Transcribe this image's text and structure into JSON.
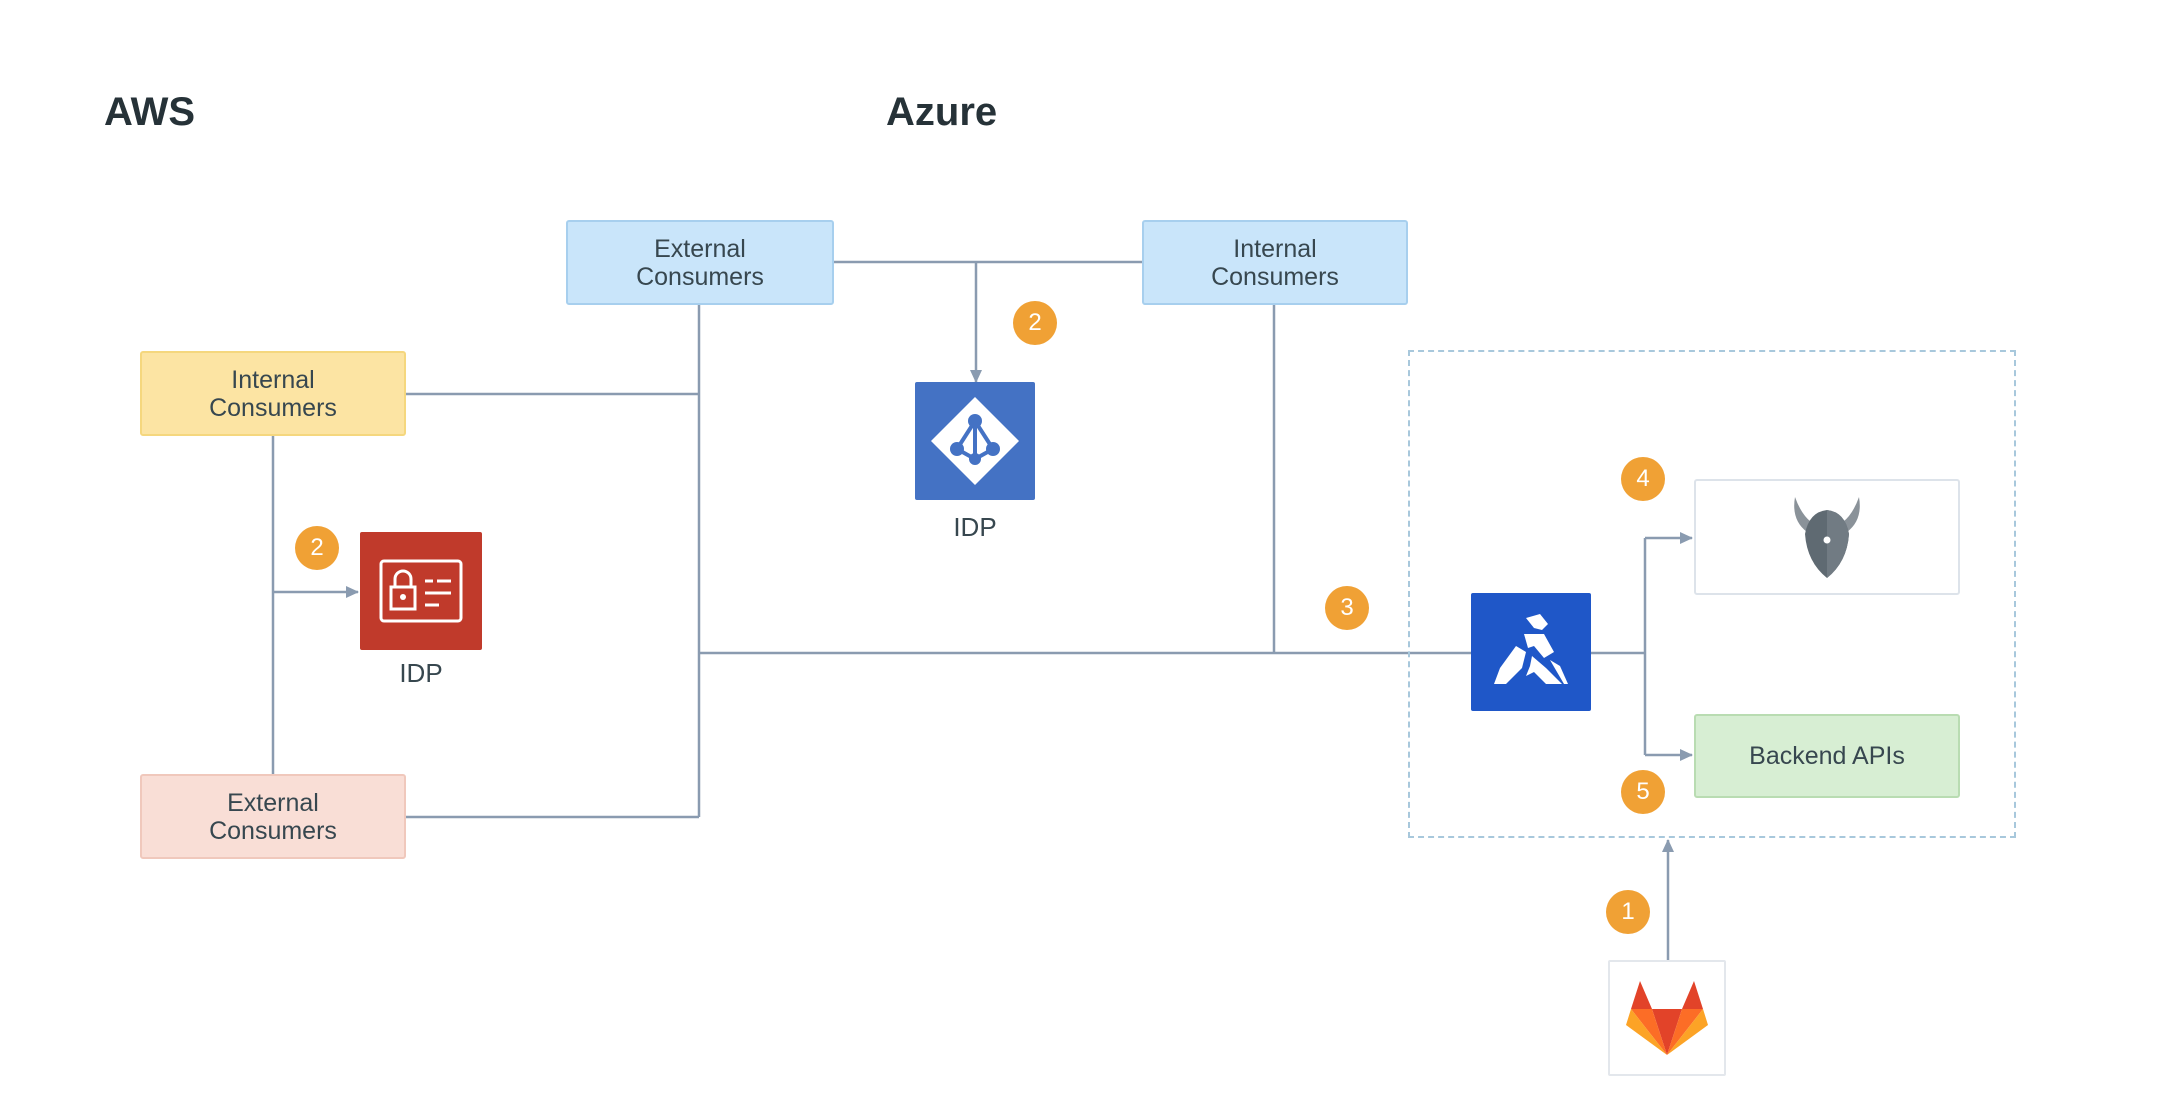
{
  "regions": {
    "aws": {
      "title": "AWS"
    },
    "azure": {
      "title": "Azure"
    }
  },
  "nodes": {
    "aws_internal_consumers": "Internal\nConsumers",
    "aws_external_consumers": "External\nConsumers",
    "azure_external_consumers": "External\nConsumers",
    "azure_internal_consumers": "Internal\nConsumers",
    "aws_idp": "IDP",
    "azure_idp": "IDP",
    "backend_apis": "Backend APIs"
  },
  "badges": {
    "aws_idp_step": "2",
    "azure_idp_step": "2",
    "gateway_step": "3",
    "policy_step": "4",
    "backend_step": "5",
    "ci_step": "1"
  },
  "icons": {
    "aws_idp": "aws-identity-icon",
    "azure_idp": "azure-active-directory-icon",
    "gateway": "kong-gorilla-icon",
    "policy": "open-policy-agent-icon",
    "ci": "gitlab-icon"
  },
  "colors": {
    "aws_region_fill": "#fdf3d7",
    "aws_region_border": "#f5d77e",
    "azure_region_fill": "#f1f6fb",
    "azure_region_border": "#a8c8dc",
    "external_blue": "#c9e5fa",
    "internal_yellow": "#fce4a3",
    "external_pink": "#f9ded6",
    "backend_green": "#d7eed3",
    "aws_idp_red": "#c03a2b",
    "azure_idp_blue": "#4472c4",
    "kong_blue": "#1f57c8",
    "badge_orange": "#f0a135",
    "connector": "#8a9bb0"
  }
}
